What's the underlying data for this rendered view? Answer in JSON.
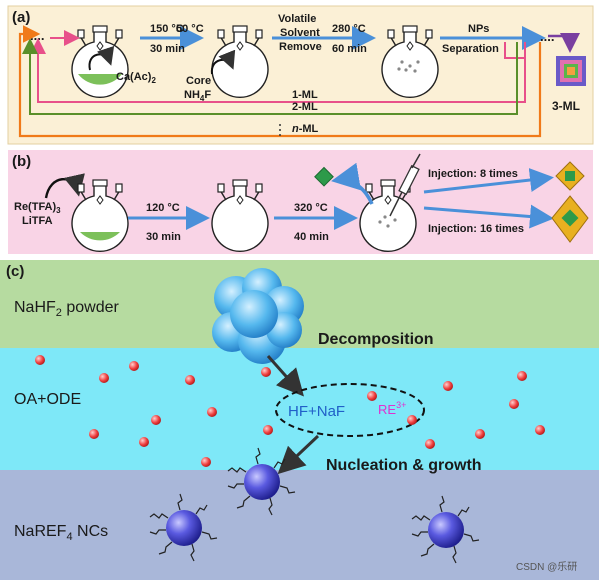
{
  "panel_a": {
    "label": "(a)",
    "steps": [
      {
        "temp": "150 °C",
        "time": "30 min"
      },
      {
        "temp": "50 °C"
      },
      {
        "line1": "Volatile",
        "line2": "Solvent",
        "line3": "Remove"
      },
      {
        "temp": "280 °C",
        "time": "60 min"
      },
      {
        "line1": "NPs",
        "line2": "Separation"
      }
    ],
    "reagent_1": "Ca(Ac)",
    "reagent_1_sub": "2",
    "reagent_2_line1": "Core",
    "reagent_2_line2": "NH",
    "reagent_2_sub": "4",
    "reagent_2_tail": "F",
    "loops": [
      "1-ML",
      "2-ML",
      "n-ML"
    ],
    "loop_n_italic": "n",
    "loop_n_rest": "-ML",
    "product": "3-ML",
    "dots": "....",
    "colors": {
      "orange": "#f07a19",
      "green": "#5a8f2a",
      "pink": "#e8508a",
      "purple": "#7a3fa0",
      "bg": "#fbf0d6"
    }
  },
  "panel_b": {
    "label": "(b)",
    "reagent_line1": "Re(TFA)",
    "reagent_sub": "3",
    "reagent_line2": "LiTFA",
    "step1": {
      "temp": "120 °C",
      "time": "30 min"
    },
    "step2": {
      "temp": "320 °C",
      "time": "40 min"
    },
    "injection_1": "Injection:  8 times",
    "injection_2": "Injection:  16 times",
    "colors": {
      "bg": "#f9d4e6",
      "arrow": "#4a90d9"
    }
  },
  "panel_c": {
    "label": "(c)",
    "layer1_pre": "NaHF",
    "layer1_sub": "2",
    "layer1_post": " powder",
    "layer2": "OA+ODE",
    "layer3_pre": "NaREF",
    "layer3_sub": "4",
    "layer3_post": "  NCs",
    "decomposition": "Decomposition",
    "hf_naf": "HF+NaF",
    "re_ion": "RE",
    "re_sup": "3+",
    "nucleation": "Nucleation & growth",
    "colors": {
      "layer1": "#b6dba0",
      "layer2": "#7ee8f8",
      "layer3": "#a9b7d9"
    }
  },
  "watermark": "CSDN @乐研"
}
